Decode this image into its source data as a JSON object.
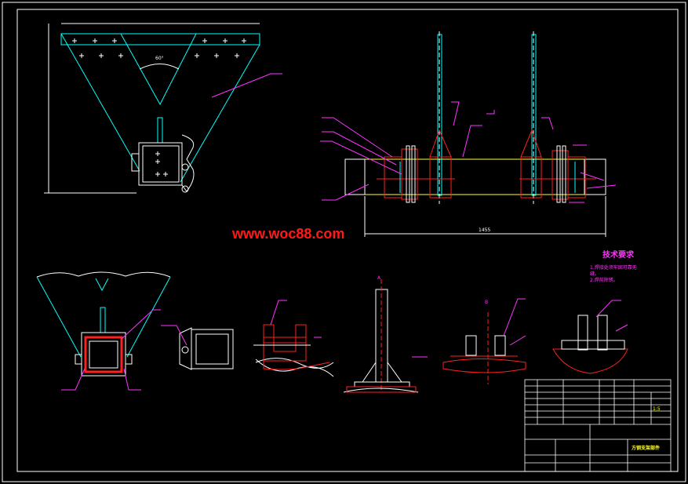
{
  "watermark": "www.woc88.com",
  "tech_requirements": {
    "title": "技术要求",
    "notes": [
      "1.焊接处须牢固可靠无",
      "缝。",
      "2.焊前除锈。"
    ]
  },
  "dimensions": {
    "angle": "60°",
    "length": "1455"
  },
  "section_labels": {
    "a": "A",
    "b": "B"
  },
  "title_block": {
    "scale": "1:5",
    "drawing_name": "方钢支架部件"
  },
  "colors": {
    "outline": "#00ffff",
    "section": "#ff2020",
    "leader": "#ff33ff",
    "dimension": "#ffffff",
    "frame": "#ffffff",
    "yellow": "#ffff33"
  }
}
